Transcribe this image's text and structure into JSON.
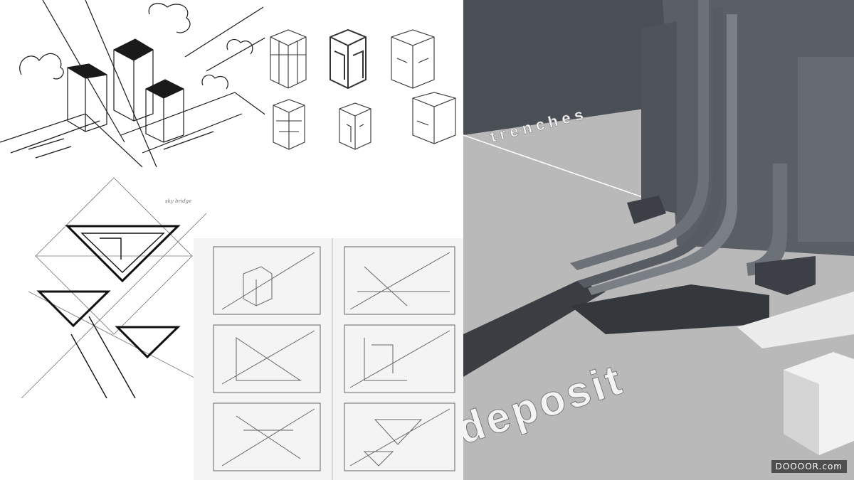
{
  "image": {
    "panels": [
      {
        "name": "building-perspective-sketch"
      },
      {
        "name": "cube-study-sketches"
      },
      {
        "name": "triangle-plan-sketch"
      },
      {
        "name": "sketchbook-thumbnails"
      },
      {
        "name": "3d-model-render"
      }
    ],
    "handwritten_note": "sky bridge",
    "model_text_back": "trenches",
    "model_text_front": "deposit",
    "watermark": "DOOOOR.com"
  },
  "colors": {
    "paper": "#ffffff",
    "ink": "#1a1a1a",
    "pencil": "#555555",
    "model_dark": "#4a4e55",
    "model_light": "#b9b9b9",
    "model_white": "#ececec"
  }
}
